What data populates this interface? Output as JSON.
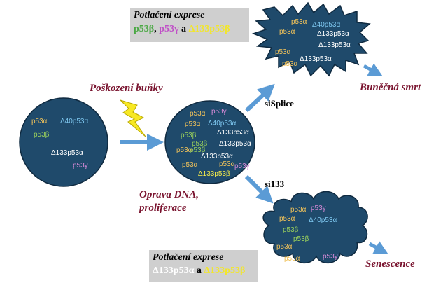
{
  "colors": {
    "cell": "#1f4a6b",
    "arrow": "#5b9bd5",
    "p53a": "#f0c25a",
    "p53b": "#9bd15c",
    "p53g": "#d78ad8",
    "d40p53a": "#7ec8f0",
    "d133p53a": "#ffffff",
    "d133p53b": "#f6ec4a",
    "label": "#7a1530",
    "box_bg": "#cfcfcf"
  },
  "labels": {
    "damage": "Poškození buňky",
    "repair_line1": "Oprava DNA,",
    "repair_line2": "proliferace",
    "death": "Buněčná smrt",
    "senescence": "Senescence",
    "sisplice": "siSplice",
    "si133": "si133"
  },
  "box_top": {
    "title": "Potlačení exprese",
    "item1": "p53β",
    "sep1": ", ",
    "item2": "p53γ",
    "sep2": " a ",
    "item3": "Δ133p53β"
  },
  "box_bottom": {
    "title": "Potlačení exprese",
    "item1": "Δ133p53α",
    "sep1": " a ",
    "item2": "Δ133p53β"
  },
  "cells": {
    "start": [
      "p53α",
      "Δ40p53α",
      "p53β",
      "Δ133p53α",
      "p53γ"
    ],
    "middle": [
      "p53α",
      "p53γ",
      "p53α",
      "Δ40p53α",
      "p53β",
      "Δ133p53α",
      "p53β",
      "Δ133p53α",
      "p53α",
      "p53β",
      "Δ133p53α",
      "p53α",
      "p53γ",
      "p53α",
      "Δ133p53β"
    ],
    "death": [
      "p53α",
      "Δ40p53α",
      "p53α",
      "Δ133p53α",
      "Δ133p53α",
      "p53α",
      "Δ133p53α",
      "p53α"
    ],
    "senescence": [
      "p53α",
      "p53γ",
      "p53α",
      "Δ40p53α",
      "p53β",
      "p53β",
      "p53α",
      "p53α",
      "p53γ"
    ]
  }
}
